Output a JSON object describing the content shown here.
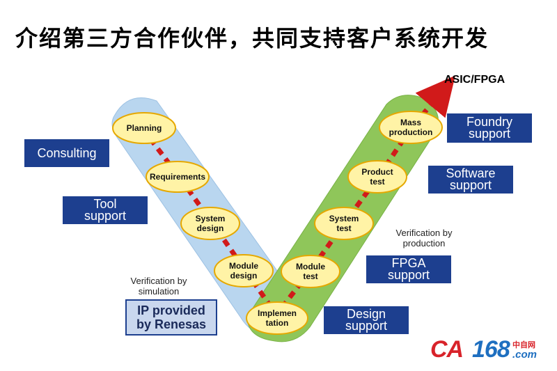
{
  "title": "介绍第三方合作伙伴，共同支持客户系统开发",
  "arrow_target": "ASIC/FPGA",
  "left_stages": [
    {
      "l1": "Planning",
      "l2": ""
    },
    {
      "l1": "Requirements",
      "l2": ""
    },
    {
      "l1": "System",
      "l2": "design"
    },
    {
      "l1": "Module",
      "l2": "design"
    }
  ],
  "bottom_stage": {
    "l1": "Implemen",
    "l2": "tation"
  },
  "right_stages": [
    {
      "l1": "Module",
      "l2": "test"
    },
    {
      "l1": "System",
      "l2": "test"
    },
    {
      "l1": "Product",
      "l2": "test"
    },
    {
      "l1": "Mass",
      "l2": "production"
    }
  ],
  "support_boxes": {
    "consulting": [
      "Consulting"
    ],
    "tool": [
      "Tool",
      "support"
    ],
    "foundry": [
      "Foundry",
      "support"
    ],
    "software": [
      "Software",
      "support"
    ],
    "fpga": [
      "FPGA",
      "support"
    ],
    "design": [
      "Design",
      "support"
    ]
  },
  "ip_box": [
    "IP provided",
    "by Renesas"
  ],
  "notes": {
    "simulation": [
      "Verification by",
      "simulation"
    ],
    "production": [
      "Verification by",
      "production"
    ]
  },
  "logo": {
    "ca": "CA",
    "num": "168",
    "cn": "中自网",
    "com": ".com"
  },
  "colors": {
    "left_band": "#b9d6ef",
    "right_band": "#8fc65a",
    "ellipse_fill": "#fff3a6",
    "ellipse_stroke": "#e6a800",
    "arrow": "#d11a1a",
    "box": "#1d3f8f"
  }
}
